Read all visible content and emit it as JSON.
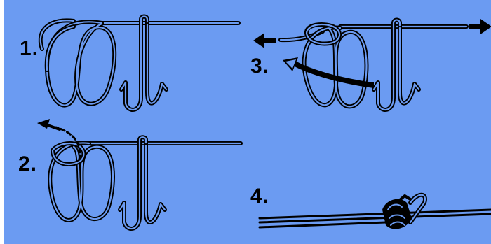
{
  "colors": {
    "background": "#6b9bf2",
    "line": "#000000",
    "line_fill": "#6b9bf2"
  },
  "steps": [
    {
      "label": "1.",
      "icon": "hook-with-coiled-line-icon"
    },
    {
      "label": "2.",
      "icon": "line-threaded-through-eye-icon"
    },
    {
      "label": "3.",
      "icon": "pull-ends-opposite-icon"
    },
    {
      "label": "4.",
      "icon": "finished-knot-icon"
    }
  ]
}
